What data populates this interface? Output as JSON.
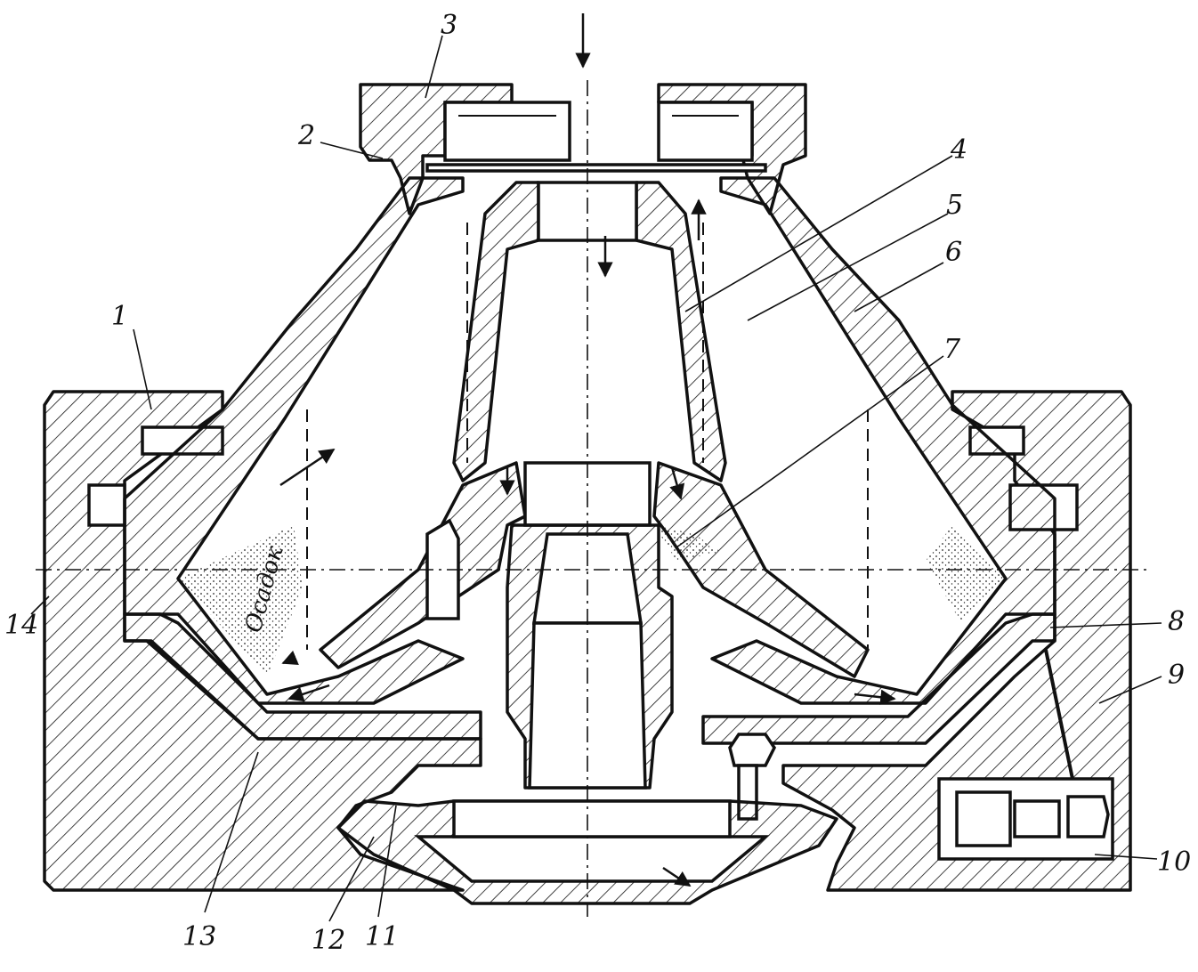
{
  "labels": {
    "sediment": "Осадок"
  },
  "callouts": [
    {
      "id": "1",
      "text": "1"
    },
    {
      "id": "2",
      "text": "2"
    },
    {
      "id": "3",
      "text": "3"
    },
    {
      "id": "4",
      "text": "4"
    },
    {
      "id": "5",
      "text": "5"
    },
    {
      "id": "6",
      "text": "6"
    },
    {
      "id": "7",
      "text": "7"
    },
    {
      "id": "8",
      "text": "8"
    },
    {
      "id": "9",
      "text": "9"
    },
    {
      "id": "10",
      "text": "10"
    },
    {
      "id": "11",
      "text": "11"
    },
    {
      "id": "12",
      "text": "12"
    },
    {
      "id": "13",
      "text": "13"
    },
    {
      "id": "14",
      "text": "14"
    }
  ],
  "colors": {
    "ink": "#111111",
    "paper": "#ffffff"
  }
}
